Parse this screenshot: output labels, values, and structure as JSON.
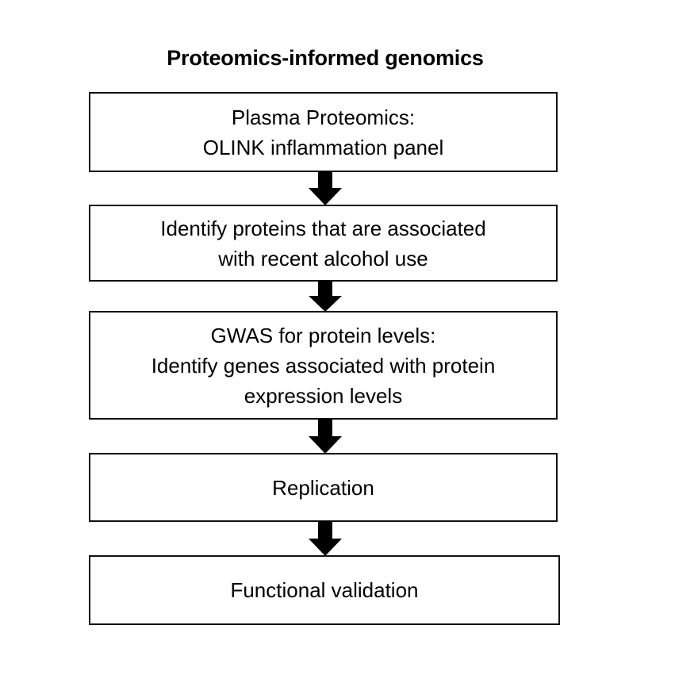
{
  "figure": {
    "title": "Proteomics-informed genomics",
    "background_color": "#ffffff",
    "line_color": "#111111",
    "text_color": "#000000"
  },
  "flow": {
    "steps": [
      {
        "id": "step-1",
        "text": "Plasma Proteomics:\nOLINK inflammation panel"
      },
      {
        "id": "step-2",
        "text": "Identify proteins that are associated\nwith recent alcohol use"
      },
      {
        "id": "step-3",
        "text": "GWAS for protein levels:\nIdentify genes associated with protein\nexpression levels"
      },
      {
        "id": "step-4",
        "text": "Replication"
      },
      {
        "id": "step-5",
        "text": "Functional validation"
      }
    ],
    "connectors": [
      {
        "id": "arrow-1",
        "from": "step-1",
        "to": "step-2",
        "direction": "down"
      },
      {
        "id": "arrow-2",
        "from": "step-2",
        "to": "step-3",
        "direction": "down"
      },
      {
        "id": "arrow-3",
        "from": "step-3",
        "to": "step-4",
        "direction": "down"
      },
      {
        "id": "arrow-4",
        "from": "step-4",
        "to": "step-5",
        "direction": "down"
      }
    ]
  }
}
